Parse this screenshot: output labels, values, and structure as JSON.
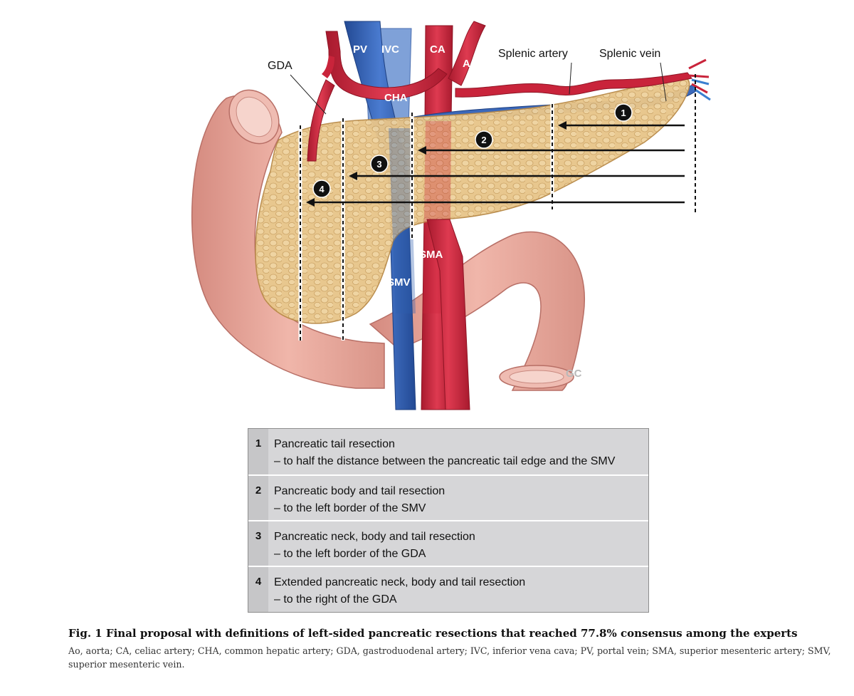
{
  "labels": {
    "gda": "GDA",
    "pv": "PV",
    "ivc": "IVC",
    "ca": "CA",
    "ao": "Ao",
    "cha": "CHA",
    "splenic_artery": "Splenic artery",
    "splenic_vein": "Splenic vein",
    "sma": "SMA",
    "smv": "SMV",
    "gc": "GC"
  },
  "markers": [
    "1",
    "2",
    "3",
    "4"
  ],
  "definitions": [
    {
      "number": "1",
      "name": "Pancreatic tail resection",
      "detail": "– to half the distance between the pancreatic tail edge and the SMV"
    },
    {
      "number": "2",
      "name": "Pancreatic body and tail resection",
      "detail": "– to the left border of the SMV"
    },
    {
      "number": "3",
      "name": "Pancreatic neck, body and tail resection",
      "detail": "– to the left border of the GDA"
    },
    {
      "number": "4",
      "name": "Extended pancreatic neck, body and tail resection",
      "detail": "– to the right of the GDA"
    }
  ],
  "caption": {
    "title": "Fig. 1 Final proposal with definitions of left-sided pancreatic resections that reached 77.8% consensus among the experts",
    "abbreviations": "Ao, aorta; CA, celiac artery; CHA, common hepatic artery; GDA, gastroduodenal artery; IVC, inferior vena cava; PV, portal vein; SMA, superior mesenteric artery; SMV, superior mesenteric vein."
  },
  "colors": {
    "pancreas": "#e8c58a",
    "artery": "#c9243b",
    "vein": "#2f5fb0",
    "duodenum": "#e9a59a"
  }
}
